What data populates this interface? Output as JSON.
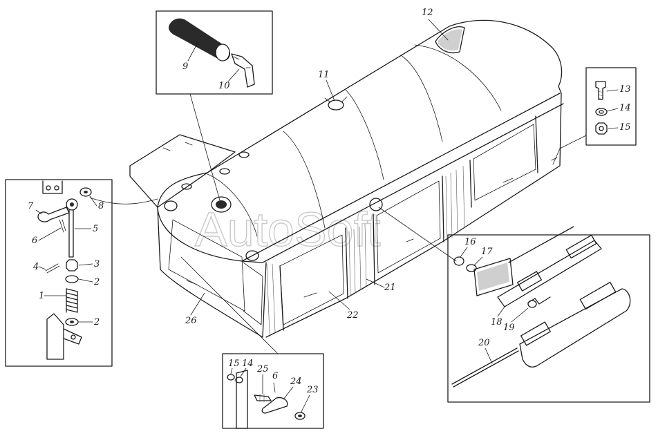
{
  "watermark": "AutoSoft",
  "callouts": {
    "c1": "1",
    "c2a": "2",
    "c2b": "2",
    "c3": "3",
    "c4": "4",
    "c5": "5",
    "c6a": "6",
    "c6b": "6",
    "c7": "7",
    "c8": "8",
    "c9": "9",
    "c10": "10",
    "c11": "11",
    "c12": "12",
    "c13": "13",
    "c14a": "14",
    "c14b": "14",
    "c15a": "15",
    "c15b": "15",
    "c16": "16",
    "c17": "17",
    "c18": "18",
    "c19": "19",
    "c20": "20",
    "c21": "21",
    "c22": "22",
    "c23": "23",
    "c24": "24",
    "c25": "25",
    "c26": "26"
  }
}
